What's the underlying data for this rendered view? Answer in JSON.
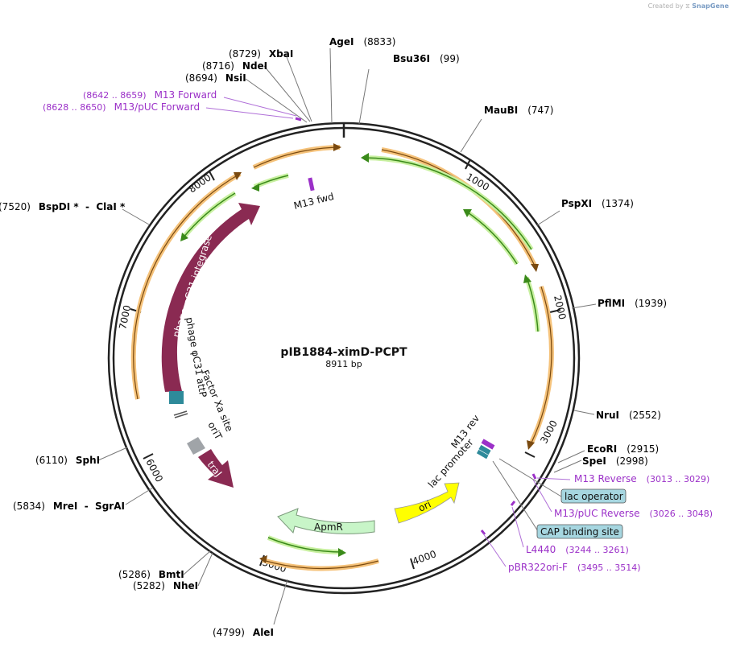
{
  "credit": {
    "prefix": "Created by",
    "brand": "SnapGene"
  },
  "plasmid": {
    "name": "pIB1884-ximD-PCPT",
    "size_label": "8911 bp"
  },
  "ticks": [
    "1000",
    "2000",
    "3000",
    "4000",
    "5000",
    "6000",
    "7000",
    "8000"
  ],
  "enzymes": [
    {
      "pos": "(8833)",
      "name": "AgeI"
    },
    {
      "pos": "(99)",
      "name": "Bsu36I"
    },
    {
      "pos": "(747)",
      "name": "MauBI"
    },
    {
      "pos": "(1374)",
      "name": "PspXI"
    },
    {
      "pos": "(1939)",
      "name": "PflMI"
    },
    {
      "pos": "(2552)",
      "name": "NruI"
    },
    {
      "pos": "(2915)",
      "name": "EcoRI"
    },
    {
      "pos": "(2998)",
      "name": "SpeI"
    },
    {
      "pos": "(4799)",
      "name": "AleI"
    },
    {
      "pos": "(5282)",
      "name": "NheI"
    },
    {
      "pos": "(5286)",
      "name": "BmtI"
    },
    {
      "pos": "(5834)",
      "name": "MreI  -  SgrAI"
    },
    {
      "pos": "(6110)",
      "name": "SphI"
    },
    {
      "pos": "(7520)",
      "name": "BspDI *  -  ClaI *"
    },
    {
      "pos": "(8694)",
      "name": "NsiI"
    },
    {
      "pos": "(8716)",
      "name": "NdeI"
    },
    {
      "pos": "(8729)",
      "name": "XbaI"
    }
  ],
  "primers": [
    {
      "range": "(8642 .. 8659)",
      "name": "M13 Forward"
    },
    {
      "range": "(8628 .. 8650)",
      "name": "M13/pUC Forward"
    },
    {
      "range": "(3013 .. 3029)",
      "name": "M13 Reverse"
    },
    {
      "range": "(3026 .. 3048)",
      "name": "M13/pUC Reverse"
    },
    {
      "range": "(3244 .. 3261)",
      "name": "L4440"
    },
    {
      "range": "(3495 .. 3514)",
      "name": "pBR322ori-F"
    }
  ],
  "boxed_features": [
    "lac operator",
    "CAP binding site"
  ],
  "features": {
    "integrase": "phage φC31 integrase",
    "attp": "phage φC31 attP",
    "factor_xa": "Factor Xa site",
    "orit": "oriT",
    "traj": "traJ",
    "apmr": "ApmR",
    "ori": "ori",
    "lac_promoter": "lac promoter",
    "m13_rev": "M13 rev",
    "m13_fwd": "M13 fwd"
  },
  "colors": {
    "backbone": "#222222",
    "enzyme_label": "#000000",
    "primer_label": "#9b30c8",
    "orf_green": "#3a8a1a",
    "orf_halo": "#c8f0a0",
    "orange_line": "#7a4a10",
    "orange_halo": "#f5c27a",
    "integrase": "#8a2a52",
    "attp": "#2e8a9a",
    "apmr_fill": "#c8f5c8",
    "ori_fill": "#ffff00",
    "boxed_fill": "#a6d6e0"
  }
}
